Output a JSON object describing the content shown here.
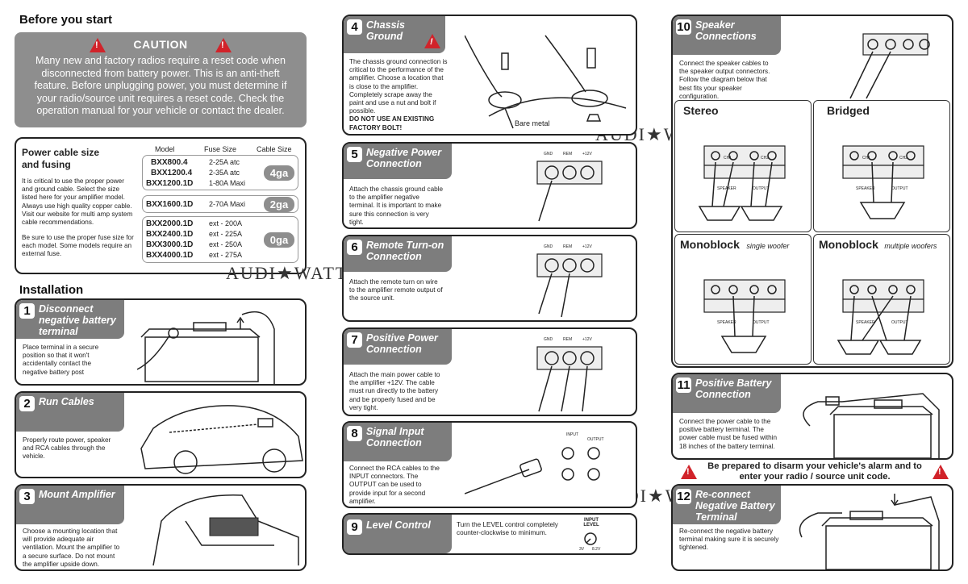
{
  "before": {
    "title": "Before you start"
  },
  "caution": {
    "title": "CAUTION",
    "text": "Many new and factory radios require a reset code when disconnected from battery power. This is an anti-theft feature. Before unplugging power, you must determine if your radio/source unit requires a reset code. Check the operation manual for your vehicle or contact the dealer."
  },
  "power_cable": {
    "title_line1": "Power cable size",
    "title_line2": "and fusing",
    "p1": "It is critical to use the proper power and ground cable. Select the size listed here for your amplifier model. Always use high quality copper cable. Visit our website for multi amp system cable recommendations.",
    "p2": "Be sure to use the proper fuse size for each model. Some models require an external fuse.",
    "headers": {
      "model": "Model",
      "fuse": "Fuse Size",
      "cable": "Cable Size"
    },
    "groups": [
      {
        "rows": [
          {
            "model": "BXX800.4",
            "fuse": "2-25A atc"
          },
          {
            "model": "BXX1200.4",
            "fuse": "2-35A atc"
          },
          {
            "model": "BXX1200.1D",
            "fuse": "1-80A Maxi"
          }
        ],
        "cable": "4ga"
      },
      {
        "rows": [
          {
            "model": "BXX1600.1D",
            "fuse": "2-70A Maxi"
          }
        ],
        "cable": "2ga"
      },
      {
        "rows": [
          {
            "model": "BXX2000.1D",
            "fuse": "ext - 200A"
          },
          {
            "model": "BXX2400.1D",
            "fuse": "ext - 225A"
          },
          {
            "model": "BXX3000.1D",
            "fuse": "ext - 250A"
          },
          {
            "model": "BXX4000.1D",
            "fuse": "ext - 275A"
          }
        ],
        "cable": "0ga"
      }
    ]
  },
  "watermark": "AUDI★WATT",
  "installation": {
    "title": "Installation"
  },
  "steps": {
    "s1": {
      "num": "1",
      "title": "Disconnect negative battery terminal",
      "text": "Place terminal in a secure position so that it won't accidentally contact the negative battery post"
    },
    "s2": {
      "num": "2",
      "title": "Run Cables",
      "text": "Properly route power, speaker and RCA cables through the vehicle."
    },
    "s3": {
      "num": "3",
      "title": "Mount Amplifier",
      "text": "Choose a mounting location that will provide adequate air ventilation. Mount the amplifier to a secure surface. Do not mount the amplifier upside down."
    },
    "s4": {
      "num": "4",
      "title": "Chassis Ground",
      "text": "The chassis ground connection is critical to the performance of the amplifier. Choose a location that is close to the amplifier. Completely scrape away the paint and use a nut and bolt if possible.",
      "bold": "DO NOT USE AN EXISTING FACTORY BOLT!",
      "label": "Bare metal"
    },
    "s5": {
      "num": "5",
      "title": "Negative Power Connection",
      "text": "Attach the chassis ground cable to the amplifier negative terminal. It is important to make sure this connection is very tight."
    },
    "s6": {
      "num": "6",
      "title": "Remote Turn-on Connection",
      "text": "Attach the remote turn on wire to the amplifier remote output of the source unit."
    },
    "s7": {
      "num": "7",
      "title": "Positive Power Connection",
      "text": "Attach the main power cable to the amplifier +12V. The cable must run directly to the battery and be properly fused and be very tight."
    },
    "s8": {
      "num": "8",
      "title": "Signal Input Connection",
      "text": "Connect the RCA cables to the INPUT connectors. The OUTPUT can be used to provide input for a second amplifier.",
      "in_label": "INPUT",
      "out_label": "OUTPUT"
    },
    "s9": {
      "num": "9",
      "title": "Level Control",
      "text": "Turn the LEVEL control completely counter-clockwise to minimum.",
      "knob_title": "INPUT LEVEL",
      "knob_min": "3V",
      "knob_max": "8.2V"
    },
    "s10": {
      "num": "10",
      "title": "Speaker Connections",
      "text": "Connect the speaker cables to the speaker output connectors. Follow the diagram below that best fits your speaker configuration."
    },
    "s11": {
      "num": "11",
      "title": "Positive Battery Connection",
      "text": "Connect the power cable to the positive battery terminal. The power cable must be fused within 18 inches of the battery terminal."
    },
    "s12": {
      "num": "12",
      "title": "Re-connect Negative Battery Terminal",
      "text": "Re-connect the negative battery terminal making sure it is securely tightened."
    }
  },
  "terminal_labels": {
    "gnd": "GND",
    "rem": "REM",
    "pos": "+12V"
  },
  "speaker_modes": {
    "stereo": "Stereo",
    "bridged": "Bridged",
    "mono1": "Monoblock",
    "mono1_sub": "single woofer",
    "mono2": "Monoblock",
    "mono2_sub": "multiple woofers",
    "speaker": "SPEAKER",
    "output": "OUTPUT",
    "ch1": "CH1",
    "ch2": "CH2"
  },
  "alarm": "Be prepared to disarm your vehicle's alarm and to enter your radio / source unit code."
}
